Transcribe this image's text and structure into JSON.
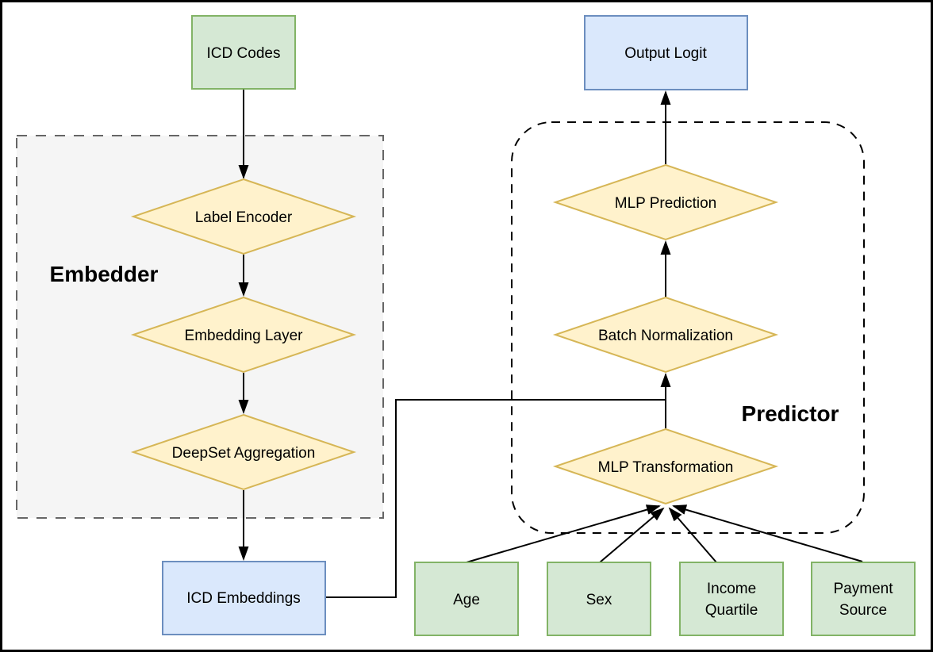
{
  "groups": {
    "embedder": {
      "label": "Embedder"
    },
    "predictor": {
      "label": "Predictor"
    }
  },
  "nodes": {
    "icd_codes": {
      "label": "ICD Codes"
    },
    "label_encoder": {
      "label": "Label Encoder"
    },
    "embedding_layer": {
      "label": "Embedding Layer"
    },
    "deepset_aggregation": {
      "label": "DeepSet Aggregation"
    },
    "icd_embeddings": {
      "label": "ICD Embeddings"
    },
    "output_logit": {
      "label": "Output Logit"
    },
    "mlp_prediction": {
      "label": "MLP Prediction"
    },
    "batch_normalization": {
      "label": "Batch Normalization"
    },
    "mlp_transformation": {
      "label": "MLP Transformation"
    },
    "age": {
      "label": "Age"
    },
    "sex": {
      "label": "Sex"
    },
    "income_quartile": {
      "label": "Income Quartile",
      "line1": "Income",
      "line2": "Quartile"
    },
    "payment_source": {
      "label": "Payment Source",
      "line1": "Payment",
      "line2": "Source"
    }
  },
  "edges": [
    {
      "from": "ICD Codes",
      "to": "Label Encoder"
    },
    {
      "from": "Label Encoder",
      "to": "Embedding Layer"
    },
    {
      "from": "Embedding Layer",
      "to": "DeepSet Aggregation"
    },
    {
      "from": "DeepSet Aggregation",
      "to": "ICD Embeddings"
    },
    {
      "from": "ICD Embeddings",
      "to": "Batch Normalization"
    },
    {
      "from": "MLP Transformation",
      "to": "Batch Normalization"
    },
    {
      "from": "Batch Normalization",
      "to": "MLP Prediction"
    },
    {
      "from": "MLP Prediction",
      "to": "Output Logit"
    },
    {
      "from": "Age",
      "to": "MLP Transformation"
    },
    {
      "from": "Sex",
      "to": "MLP Transformation"
    },
    {
      "from": "Income Quartile",
      "to": "MLP Transformation"
    },
    {
      "from": "Payment Source",
      "to": "MLP Transformation"
    }
  ],
  "colors": {
    "green_fill": "#d5e8d4",
    "green_stroke": "#82b366",
    "blue_fill": "#dae8fc",
    "blue_stroke": "#6c8ebf",
    "yellow_fill": "#fff2cc",
    "yellow_stroke": "#d6b656",
    "embedder_fill": "#f5f5f5",
    "embedder_stroke": "#666666",
    "predictor_stroke": "#000000",
    "edge_color": "#000000",
    "text_color": "#000000",
    "background": "#ffffff",
    "border_color": "#000000"
  }
}
